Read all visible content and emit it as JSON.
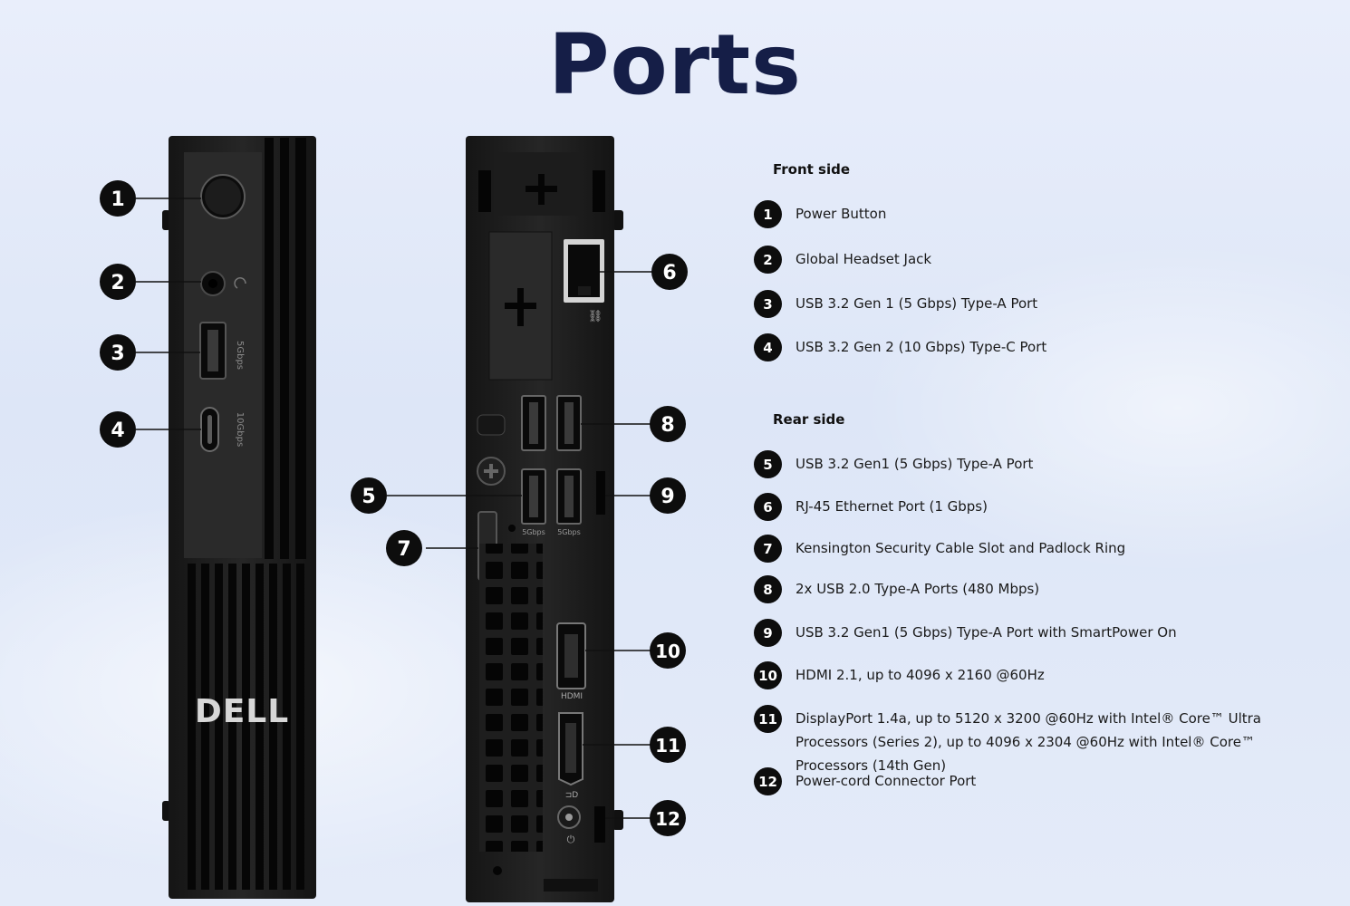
{
  "title": "Ports",
  "brand_logo": "DELL",
  "rear_labels": {
    "hdmi": "HDMI",
    "usb_speed_5": "5Gbps",
    "usb_speed_5_so": "5Gbps"
  },
  "front_labels": {
    "usb_a_speed": "5Gbps",
    "usb_c_speed": "10Gbps"
  },
  "callouts": [
    "1",
    "2",
    "3",
    "4",
    "5",
    "6",
    "7",
    "8",
    "9",
    "10",
    "11",
    "12"
  ],
  "legend": {
    "front": {
      "heading": "Front side",
      "items": [
        {
          "num": "1",
          "text": "Power Button"
        },
        {
          "num": "2",
          "text": "Global Headset Jack"
        },
        {
          "num": "3",
          "text": "USB 3.2 Gen 1 (5 Gbps) Type-A Port"
        },
        {
          "num": "4",
          "text": "USB 3.2 Gen 2 (10 Gbps) Type-C Port"
        }
      ]
    },
    "rear": {
      "heading": "Rear side",
      "items": [
        {
          "num": "5",
          "text": "USB 3.2 Gen1 (5 Gbps) Type-A Port"
        },
        {
          "num": "6",
          "text": "RJ-45 Ethernet Port (1 Gbps)"
        },
        {
          "num": "7",
          "text": "Kensington Security Cable Slot and Padlock Ring"
        },
        {
          "num": "8",
          "text": "2x USB 2.0 Type-A Ports (480 Mbps)"
        },
        {
          "num": "9",
          "text": "USB 3.2 Gen1 (5 Gbps) Type-A Port with SmartPower On"
        },
        {
          "num": "10",
          "text": "HDMI 2.1, up to 4096 x 2160 @60Hz"
        },
        {
          "num": "11",
          "text": "DisplayPort 1.4a, up to 5120 x 3200 @60Hz with Intel® Core™ Ultra Processors (Series 2), up to 4096 x 2304 @60Hz with Intel® Core™ Processors (14th Gen)"
        },
        {
          "num": "12",
          "text": "Power-cord Connector Port"
        }
      ]
    }
  },
  "colors": {
    "title": "#151e47",
    "chassis": "#1b1b1b",
    "badge": "#0d0d0d"
  }
}
